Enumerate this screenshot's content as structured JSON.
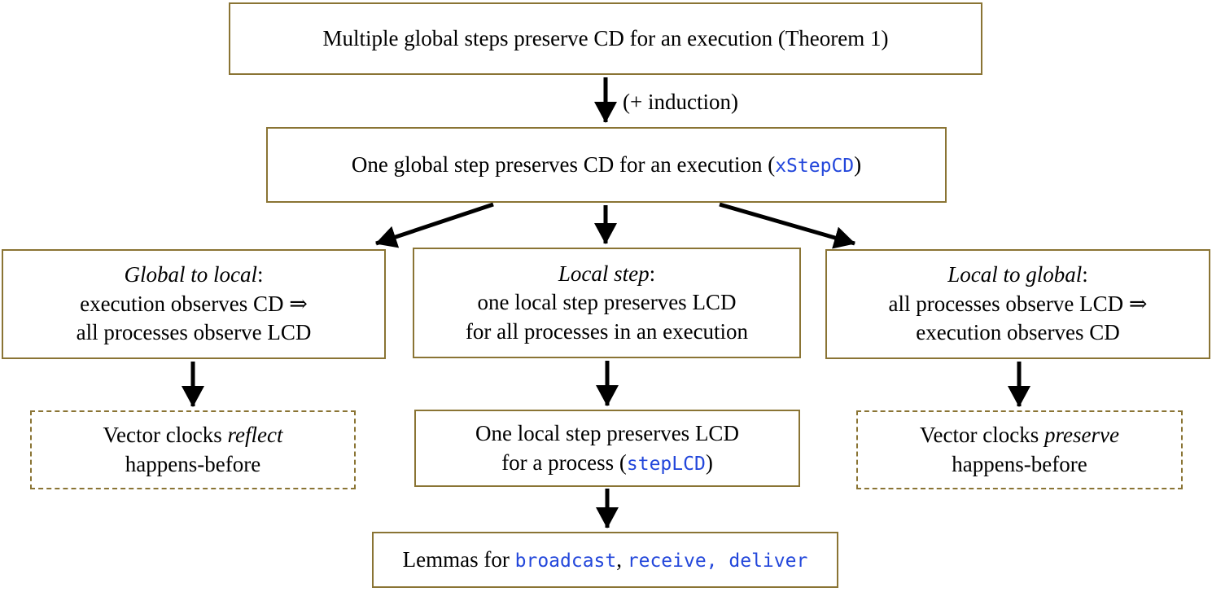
{
  "diagram": {
    "colors": {
      "box_border": "#8a7434",
      "code_blue": "#2347db",
      "arrow_black": "#000000",
      "text_black": "#000000",
      "background": "#ffffff"
    },
    "boxes": {
      "theorem1": {
        "text": "Multiple global steps preserve CD for an execution (Theorem 1)"
      },
      "induction_label": "(+ induction)",
      "xstepcd": {
        "pre": "One global step preserves CD for an execution (",
        "code": "xStepCD",
        "post": ")"
      },
      "global_to_local": {
        "title": "Global to local",
        "colon": ":",
        "line2": "execution observes CD ⇒",
        "line3": "all processes observe LCD"
      },
      "local_step": {
        "title": "Local step",
        "colon": ":",
        "line2": "one local step preserves LCD",
        "line3": "for all processes in an execution"
      },
      "local_to_global": {
        "title": "Local to global",
        "colon": ":",
        "line2": "all processes observe LCD ⇒",
        "line3": "execution observes CD"
      },
      "vc_reflect": {
        "pre": "Vector clocks ",
        "em": "reflect",
        "line2": "happens-before"
      },
      "steplcd": {
        "line1": "One local step preserves LCD",
        "line2_pre": "for a process (",
        "code": "stepLCD",
        "line2_post": ")"
      },
      "vc_preserve": {
        "pre": "Vector clocks ",
        "em": "preserve",
        "line2": "happens-before"
      },
      "lemmas": {
        "pre": "Lemmas for ",
        "code1": "broadcast",
        "sep": ", ",
        "code2": "receive, deliver"
      }
    }
  }
}
